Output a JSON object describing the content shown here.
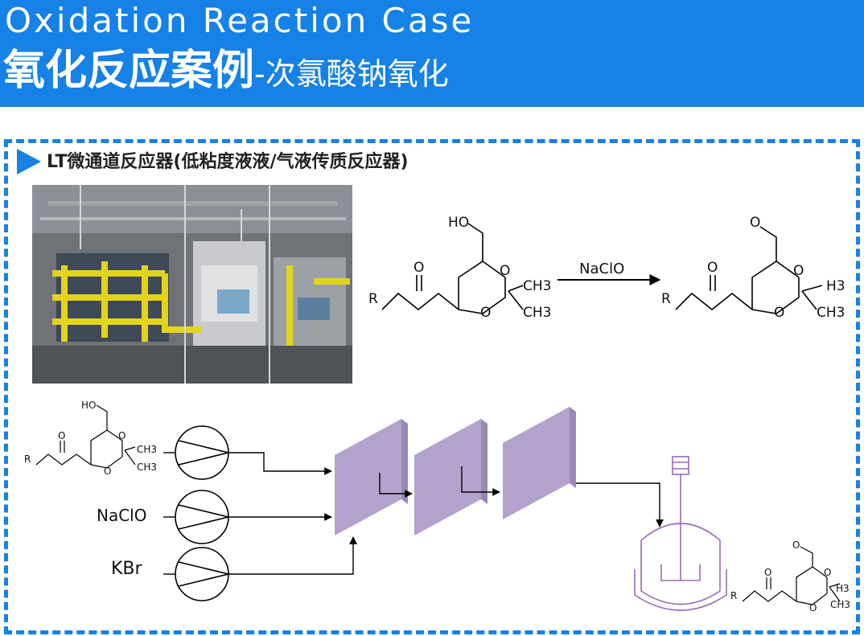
{
  "header": {
    "title_en": "Oxidation Reaction Case",
    "title_cn_main": "氧化反应案例",
    "title_cn_sub": "-次氯酸钠氧化"
  },
  "section": {
    "title": "LT微通道反应器(低粘度液液/气液传质反应器)"
  },
  "reaction": {
    "reagent": "NaClO",
    "reactant_labels": {
      "ho": "HO",
      "o_ketone": "O",
      "r": "R",
      "o_ring1": "O",
      "o_ring2": "O",
      "ch3_a": "CH3",
      "ch3_b": "CH3"
    },
    "product_labels": {
      "o_ald": "O",
      "o_ketone": "O",
      "r": "R",
      "o_ring1": "O",
      "o_ring2": "O",
      "h3": "H3",
      "ch3": "CH3"
    }
  },
  "flow": {
    "feeds": [
      "NaClO",
      "KBr"
    ],
    "feed_molecule_labels": {
      "ho": "HO",
      "o_ketone": "O",
      "r": "R",
      "o_ring1": "O",
      "o_ring2": "O",
      "ch3_a": "CH3",
      "ch3_b": "CH3"
    },
    "product_molecule_labels": {
      "o_ald": "O",
      "o_ketone": "O",
      "r": "R",
      "o_ring1": "O",
      "o_ring2": "O",
      "h3": "H3",
      "ch3": "CH3"
    }
  },
  "colors": {
    "header_bg": "#1681e6",
    "frame": "#1681e6",
    "reactor_plate": "#b3a3cc",
    "vessel": "#9b6bb5",
    "pipe_yellow": "#e2d41c"
  },
  "icons": {
    "section_marker": "triangle-right-icon",
    "pump": "pump-icon",
    "vessel": "stirred-tank-icon"
  }
}
